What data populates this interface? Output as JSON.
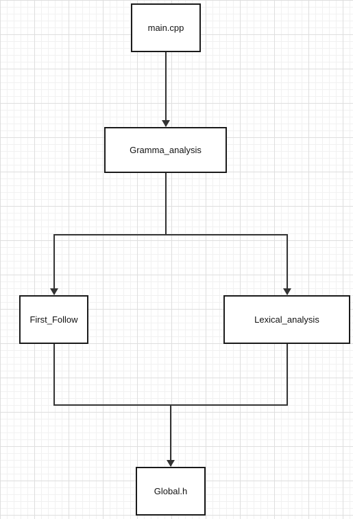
{
  "diagram": {
    "nodes": [
      {
        "id": "main",
        "label": "main.cpp"
      },
      {
        "id": "gramma",
        "label": "Gramma_analysis"
      },
      {
        "id": "first",
        "label": "First_Follow"
      },
      {
        "id": "lex",
        "label": "Lexical_analysis"
      },
      {
        "id": "global",
        "label": "Global.h"
      }
    ],
    "edges": [
      {
        "from": "main",
        "to": "gramma"
      },
      {
        "from": "gramma",
        "to": "first"
      },
      {
        "from": "gramma",
        "to": "lex"
      },
      {
        "from": "first",
        "to": "global"
      },
      {
        "from": "lex",
        "to": "global"
      }
    ],
    "colors": {
      "line": "#333333",
      "border": "#1a1a1a",
      "grid": "#dedede",
      "background": "#ffffff"
    }
  }
}
